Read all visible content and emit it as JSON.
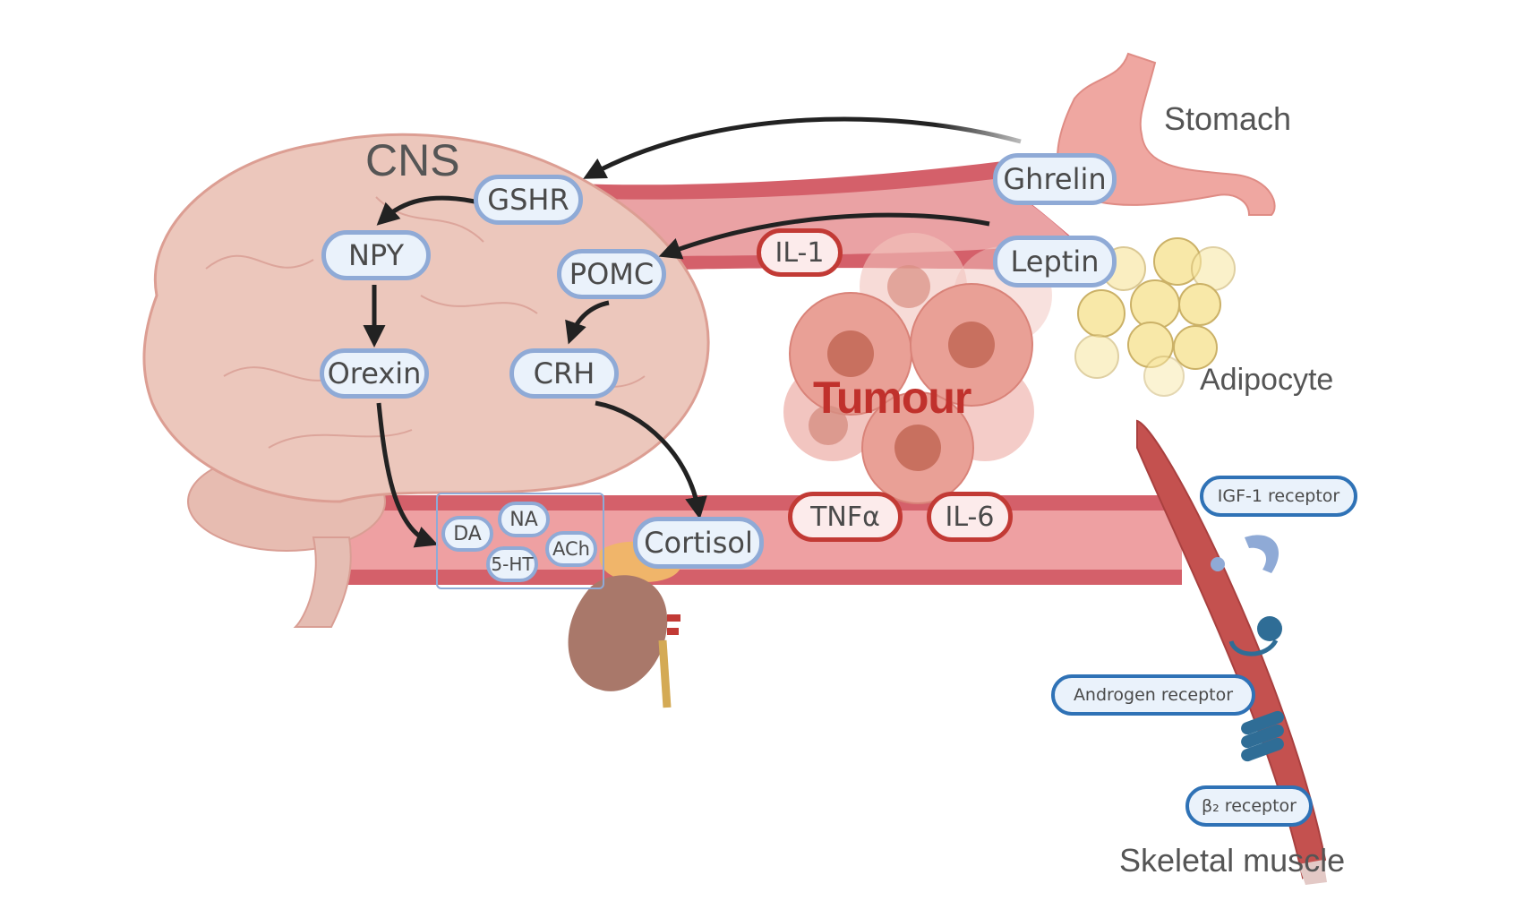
{
  "organs": {
    "cns": "CNS",
    "stomach": "Stomach",
    "adipocyte": "Adipocyte",
    "tumour": "Tumour",
    "skeletal_muscle": "Skeletal muscle"
  },
  "cns_mediators": {
    "gshr": "GSHR",
    "npy": "NPY",
    "pomc": "POMC",
    "orexin": "Orexin",
    "crh": "CRH"
  },
  "peripheral_hormones": {
    "ghrelin": "Ghrelin",
    "leptin": "Leptin",
    "cortisol": "Cortisol"
  },
  "neurotransmitters": [
    "DA",
    "NA",
    "5-HT",
    "ACh"
  ],
  "cytokines": {
    "il1": "IL-1",
    "tnfa": "TNFα",
    "il6": "IL-6"
  },
  "muscle_receptors": {
    "igf1": "IGF-1 receptor",
    "androgen": "Androgen receptor",
    "beta2": "β₂ receptor"
  },
  "colors": {
    "label_border_blue": "#8faad6",
    "label_fill_blue": "#eaf2fb",
    "cytokine_border_red": "#c23a35",
    "receptor_border_blue": "#2f72b6",
    "tumour_text": "#c0312c",
    "vessel_outer": "#d4606a",
    "vessel_inner": "#eea0a2",
    "brain": "#ecc7bc",
    "adipocyte": "#f6e6a6",
    "muscle": "#c4514f",
    "arrow": "#222222"
  }
}
